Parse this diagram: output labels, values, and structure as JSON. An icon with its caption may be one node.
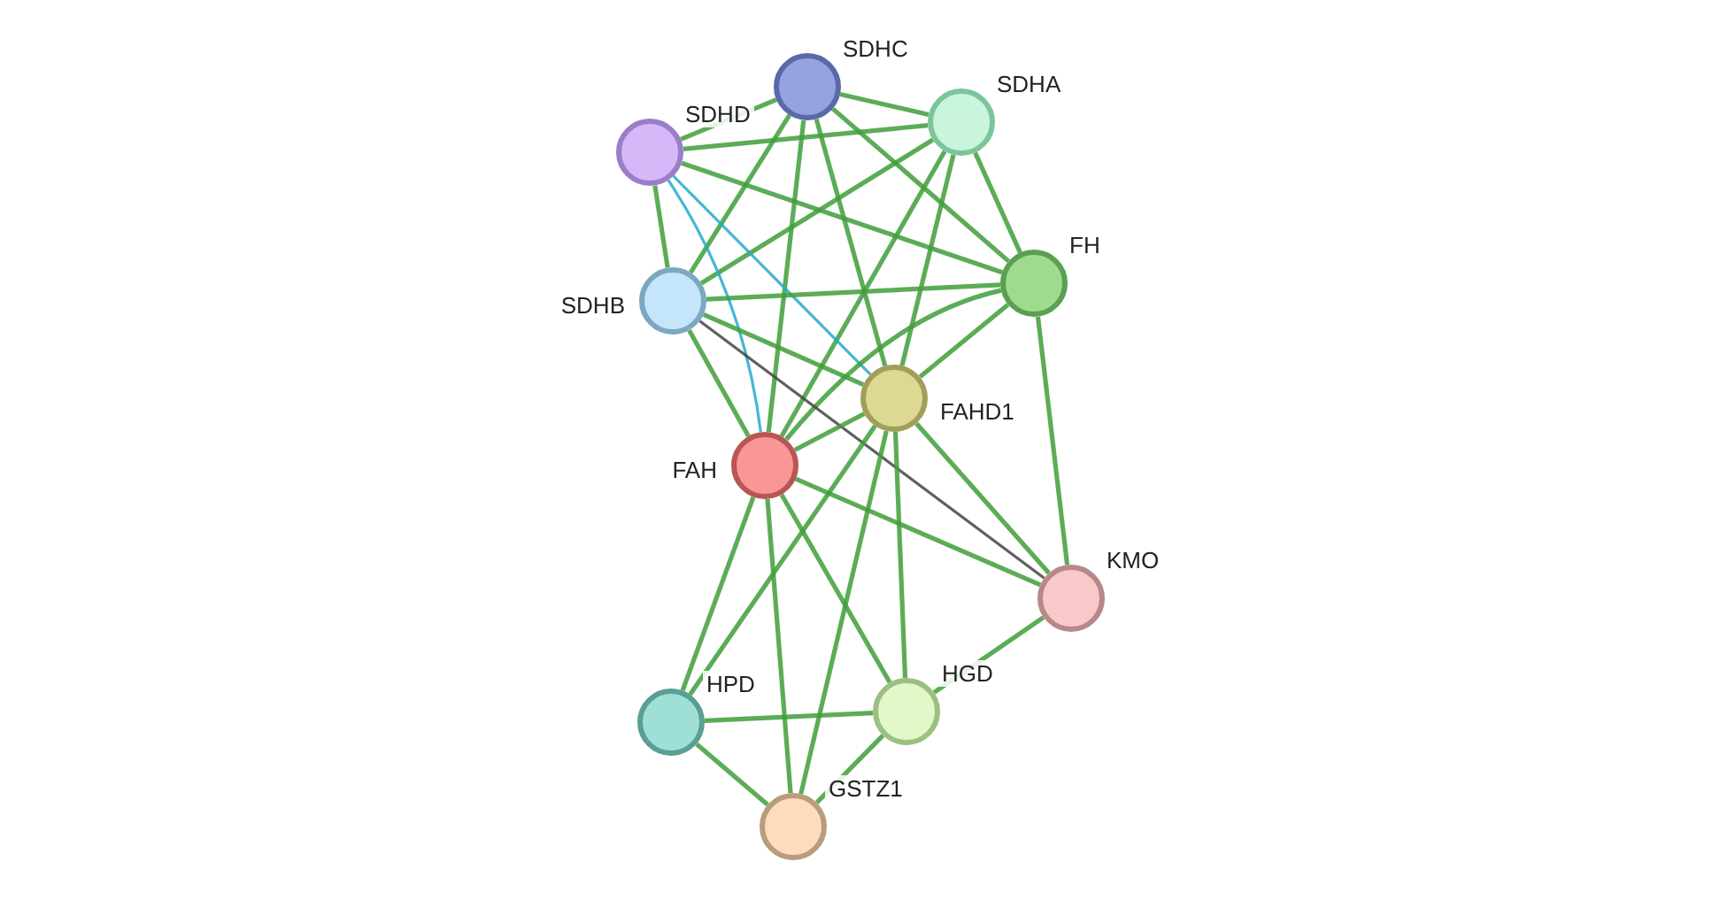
{
  "diagram": {
    "nodes": [
      {
        "text": [
          "SDHC"
        ]
      },
      {
        "text": [
          "SDHA"
        ]
      },
      {
        "text": [
          "SDHD"
        ]
      },
      {
        "text": [
          "FH"
        ]
      },
      {
        "text": [
          "SDHB"
        ]
      },
      {
        "text": [
          "FAHD1"
        ]
      },
      {
        "text": [
          "FAH"
        ]
      },
      {
        "text": [
          "KMO"
        ]
      },
      {
        "text": [
          "HPD"
        ]
      },
      {
        "text": [
          "HGD"
        ]
      },
      {
        "text": [
          "GSTZ1"
        ]
      }
    ],
    "edges": [
      {
        "from": 0,
        "to": 1,
        "arrow": "none"
      },
      {
        "from": 0,
        "to": 2,
        "arrow": "none"
      },
      {
        "from": 0,
        "to": 3,
        "arrow": "none"
      },
      {
        "from": 0,
        "to": 4,
        "arrow": "none"
      },
      {
        "from": 0,
        "to": 5,
        "arrow": "none"
      },
      {
        "from": 0,
        "to": 6,
        "arrow": "none"
      },
      {
        "from": 1,
        "to": 2,
        "arrow": "none"
      },
      {
        "from": 1,
        "to": 3,
        "arrow": "none"
      },
      {
        "from": 1,
        "to": 4,
        "arrow": "none"
      },
      {
        "from": 1,
        "to": 5,
        "arrow": "none"
      },
      {
        "from": 1,
        "to": 6,
        "arrow": "none"
      },
      {
        "from": 2,
        "to": 3,
        "arrow": "none"
      },
      {
        "from": 2,
        "to": 4,
        "arrow": "none"
      },
      {
        "from": 2,
        "to": 5,
        "arrow": "none",
        "color": "#22aacc"
      },
      {
        "from": 2,
        "to": 6,
        "arrow": "none",
        "color": "#22aacc"
      },
      {
        "from": 3,
        "to": 4,
        "arrow": "none"
      },
      {
        "from": 3,
        "to": 5,
        "arrow": "none"
      },
      {
        "from": 3,
        "to": 6,
        "arrow": "none"
      },
      {
        "from": 3,
        "to": 7,
        "arrow": "none"
      },
      {
        "from": 4,
        "to": 5,
        "arrow": "none"
      },
      {
        "from": 4,
        "to": 6,
        "arrow": "none"
      },
      {
        "from": 4,
        "to": 7,
        "arrow": "none",
        "color": "#444444"
      },
      {
        "from": 5,
        "to": 6,
        "arrow": "none"
      },
      {
        "from": 5,
        "to": 7,
        "arrow": "none"
      },
      {
        "from": 5,
        "to": 8,
        "arrow": "none"
      },
      {
        "from": 5,
        "to": 9,
        "arrow": "none"
      },
      {
        "from": 5,
        "to": 10,
        "arrow": "none"
      },
      {
        "from": 6,
        "to": 7,
        "arrow": "none"
      },
      {
        "from": 6,
        "to": 8,
        "arrow": "none"
      },
      {
        "from": 6,
        "to": 9,
        "arrow": "none"
      },
      {
        "from": 6,
        "to": 10,
        "arrow": "none"
      },
      {
        "from": 8,
        "to": 9,
        "arrow": "none"
      },
      {
        "from": 8,
        "to": 10,
        "arrow": "none"
      },
      {
        "from": 9,
        "to": 10,
        "arrow": "none"
      },
      {
        "from": 9,
        "to": 7,
        "arrow": "none"
      }
    ]
  }
}
